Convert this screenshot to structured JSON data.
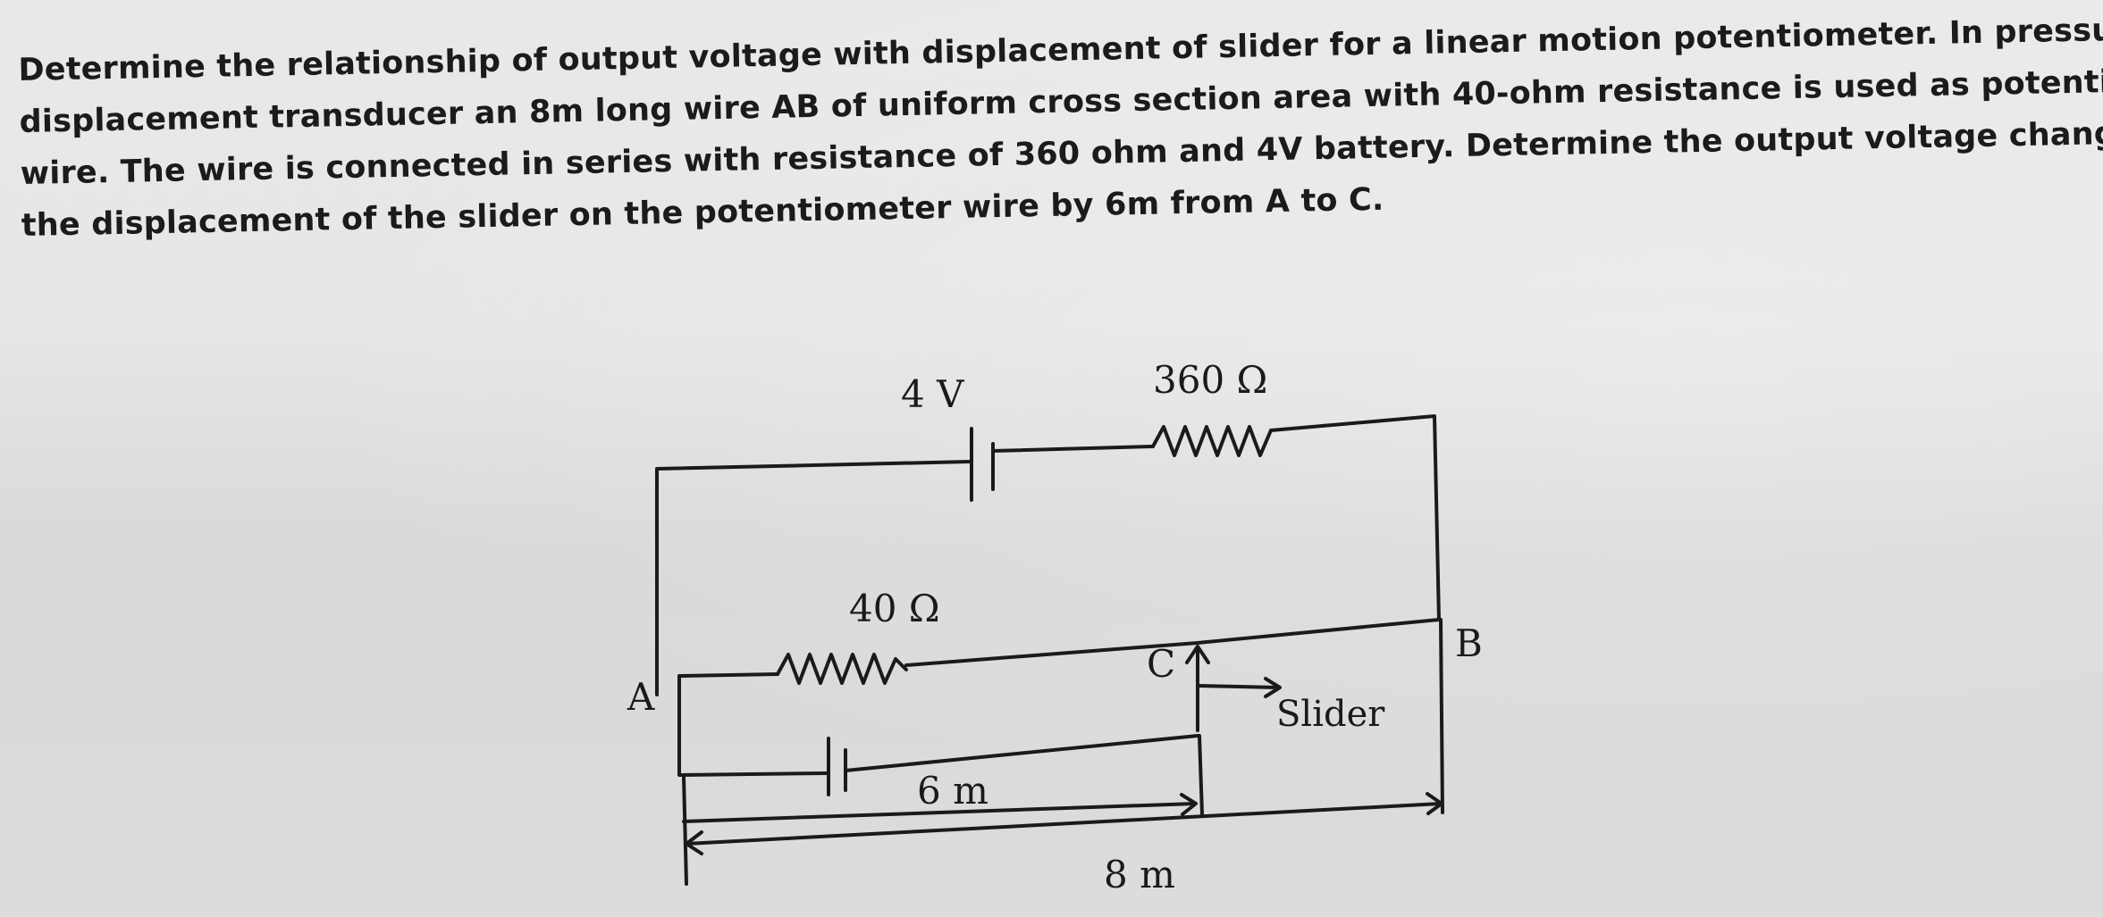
{
  "question": {
    "lines": [
      "Determine the relationship of output voltage with displacement of slider for a linear motion potentiometer. In pressure",
      "displacement transducer an 8m long wire AB of uniform cross section area with 40-ohm resistance is used as potentiometer",
      "wire. The wire is connected in series with resistance of 360 ohm and 4V battery. Determine the output voltage change due to",
      "the displacement of the slider on the potentiometer wire by 6m from A to C."
    ]
  },
  "circuit": {
    "battery_label": "4 V",
    "series_resistor_label": "360 Ω",
    "wire_resistance_label": "40 Ω",
    "point_a": "A",
    "point_b": "B",
    "point_c": "C",
    "slider_label": "Slider",
    "short_length_label": "6 m",
    "full_length_label": "8 m"
  },
  "colors": {
    "ink": "#1a1a1a",
    "paper": "#e7e7e8"
  }
}
